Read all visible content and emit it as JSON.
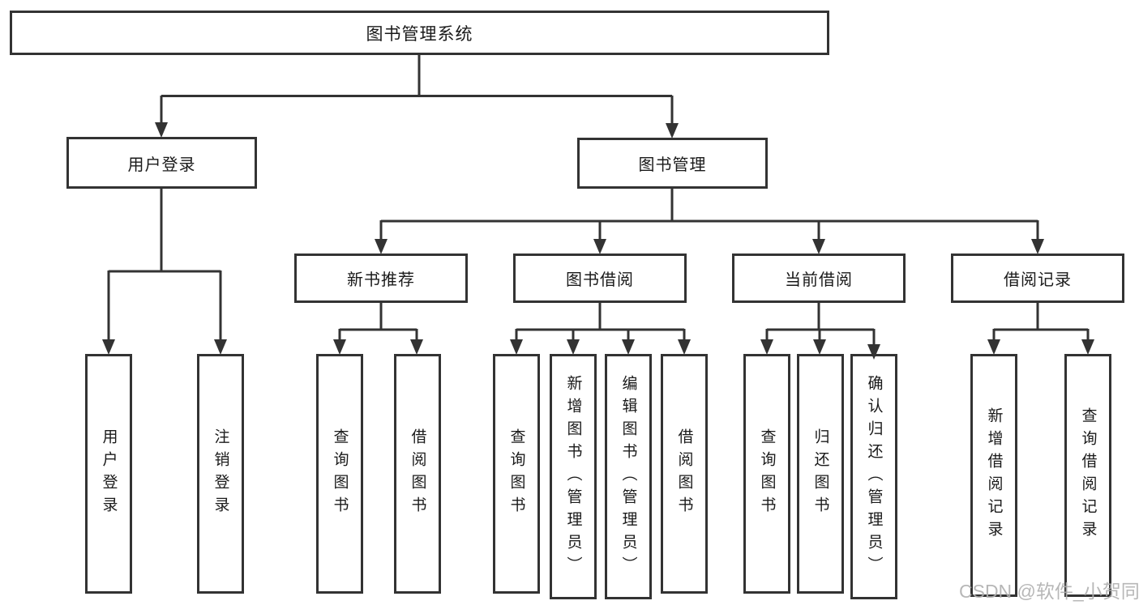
{
  "diagram": {
    "root": "图书管理系统",
    "branches": [
      {
        "label": "用户登录",
        "children": [
          "用户登录",
          "注销登录"
        ]
      },
      {
        "label": "图书管理",
        "modules": [
          {
            "label": "新书推荐",
            "children": [
              "查询图书",
              "借阅图书"
            ]
          },
          {
            "label": "图书借阅",
            "children": [
              "查询图书",
              "新增图书（管理员）",
              "编辑图书（管理员）",
              "借阅图书"
            ]
          },
          {
            "label": "当前借阅",
            "children": [
              "查询图书",
              "归还图书",
              "确认归还（管理员）"
            ]
          },
          {
            "label": "借阅记录",
            "children": [
              "新增借阅记录",
              "查询借阅记录"
            ]
          }
        ]
      }
    ]
  },
  "watermark": "CSDN @软件_小贺同学",
  "colors": {
    "line": "#333333",
    "box_border": "#333333",
    "box_fill": "#ffffff",
    "text": "#1a1a1a",
    "watermark": "#b0b0b0",
    "background": "#ffffff"
  }
}
